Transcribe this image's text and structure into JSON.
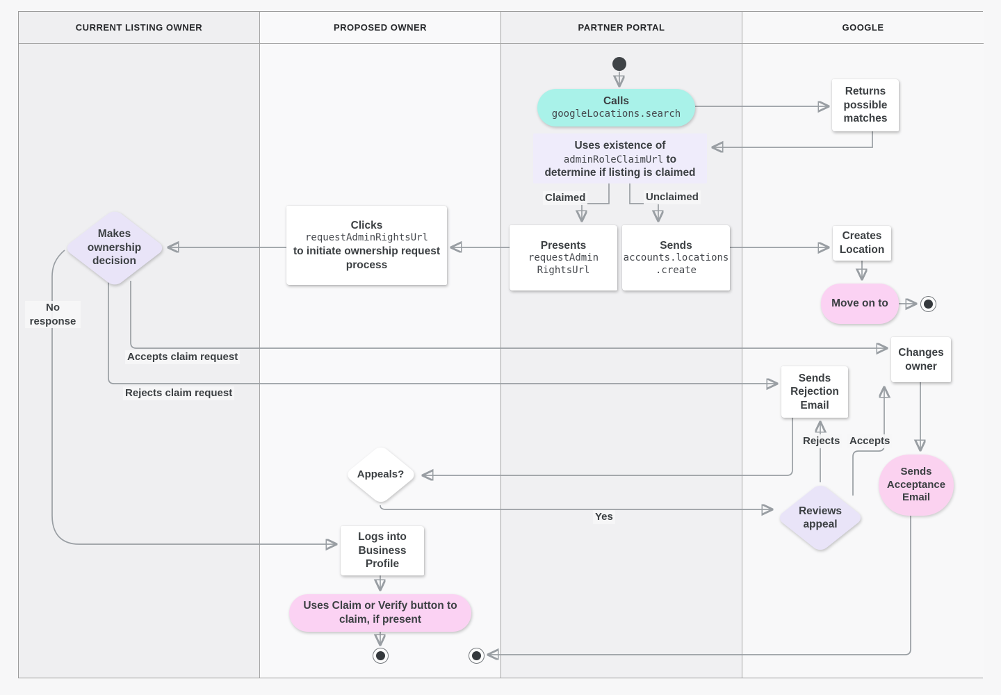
{
  "lanes": [
    {
      "label": "CURRENT LISTING OWNER"
    },
    {
      "label": "PROPOSED OWNER"
    },
    {
      "label": "PARTNER PORTAL"
    },
    {
      "label": "GOOGLE"
    }
  ],
  "nodes": {
    "calls": {
      "title": "Calls",
      "code": "googleLocations.search"
    },
    "returns_matches": {
      "label": "Returns possible matches"
    },
    "uses_existence": {
      "pre": "Uses existence of",
      "code": "adminRoleClaimUrl",
      "post": "to determine if listing is claimed"
    },
    "presents": {
      "title": "Presents",
      "code_lines": [
        "requestAdmin",
        "RightsUrl"
      ]
    },
    "sends_create": {
      "title": "Sends",
      "code_lines": [
        "accounts.locations",
        ".create"
      ]
    },
    "clicks": {
      "title": "Clicks",
      "code": "requestAdminRightsUrl",
      "post": "to initiate ownership request process"
    },
    "makes_decision": {
      "label": "Makes ownership decision"
    },
    "creates_location": {
      "label": "Creates Location"
    },
    "move_on": {
      "label": "Move on to"
    },
    "changes_owner": {
      "label": "Changes owner"
    },
    "sends_rejection": {
      "label": "Sends Rejection Email"
    },
    "sends_acceptance": {
      "label": "Sends Acceptance Email"
    },
    "reviews_appeal": {
      "label": "Reviews appeal"
    },
    "appeals": {
      "label": "Appeals?"
    },
    "logs_in": {
      "label": "Logs into Business Profile"
    },
    "claim_verify": {
      "label": "Uses Claim or Verify button to claim, if present"
    }
  },
  "edge_labels": {
    "claimed": "Claimed",
    "unclaimed": "Unclaimed",
    "no_response": "No response",
    "accepts_claim": "Accepts claim request",
    "rejects_claim": "Rejects claim request",
    "rejects": "Rejects",
    "accepts": "Accepts",
    "yes": "Yes"
  },
  "colors": {
    "teal_action": "#a9f2e9",
    "lavender_note": "#efecfb",
    "lavender_decision": "#e9e4f8",
    "pink_action": "#fbd2f3",
    "connector": "#999ea3",
    "text": "#3c4043",
    "lane_gray": "#efeff1",
    "lane_light": "#f9f9fa"
  }
}
